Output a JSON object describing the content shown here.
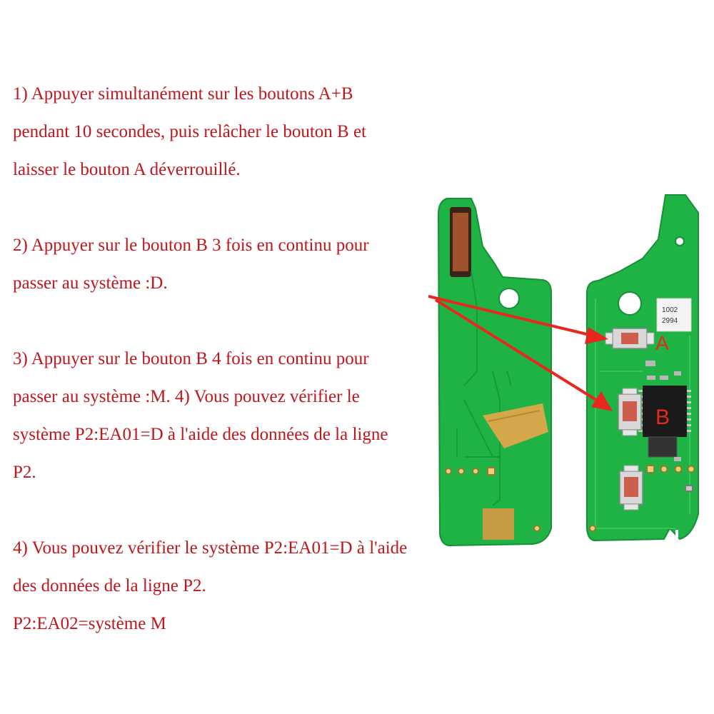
{
  "instructions": {
    "step1_line1": "1) Appuyer simultanément sur les boutons A+B",
    "step1_line2": "pendant 10 secondes, puis relâcher le bouton B et",
    "step1_line3": "laisser le bouton A déverrouillé.",
    "step2_line1": "2) Appuyer sur le bouton B 3 fois en continu pour",
    "step2_line2": "passer au système :D.",
    "step3_line1": "3) Appuyer sur le bouton B 4 fois en continu pour",
    "step3_line2": "passer au système :M. 4) Vous pouvez vérifier le",
    "step3_line3": "système P2:EA01=D à l'aide des données de la ligne",
    "step3_line4": "P2.",
    "step4_line1": "4) Vous pouvez vérifier le système P2:EA01=D à l'aide",
    "step4_line2": "des données de la ligne P2.",
    "step4_line3": "P2:EA02=système M"
  },
  "figure": {
    "button_a_label": "A",
    "button_b_label": "B",
    "chip_label_line1": "1002",
    "chip_label_line2": "2994"
  },
  "colors": {
    "text": "#c0161c",
    "pcb_green": "#1fb244",
    "arrow_red": "#e8281e",
    "gold": "#d4a84a"
  }
}
